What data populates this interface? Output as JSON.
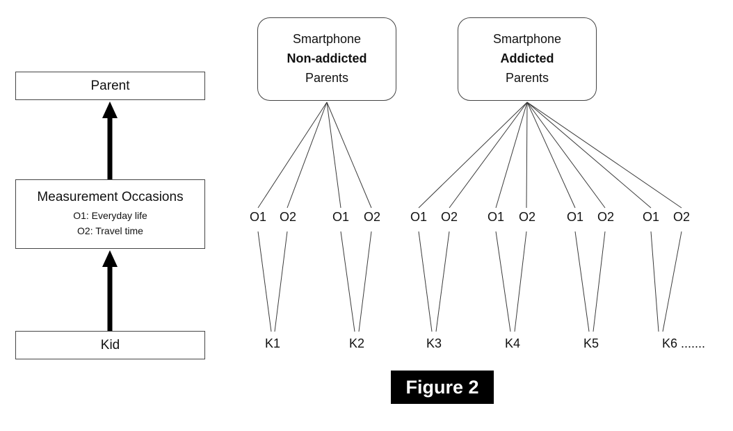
{
  "left_panel": {
    "parent_box_label": "Parent",
    "measurement_box": {
      "title": "Measurement Occasions",
      "occasion1": "O1: Everyday life",
      "occasion2": "O2: Travel time"
    },
    "kid_box_label": "Kid"
  },
  "groups": [
    {
      "line1": "Smartphone",
      "line2": "Non-addicted",
      "line3": "Parents"
    },
    {
      "line1": "Smartphone",
      "line2": "Addicted",
      "line3": "Parents"
    }
  ],
  "occasions": [
    "O1",
    "O2",
    "O1",
    "O2",
    "O1",
    "O2",
    "O1",
    "O2",
    "O1",
    "O2",
    "O1",
    "O2"
  ],
  "kids": [
    "K1",
    "K2",
    "K3",
    "K4",
    "K5",
    "K6 ......."
  ],
  "caption": "Figure 2"
}
